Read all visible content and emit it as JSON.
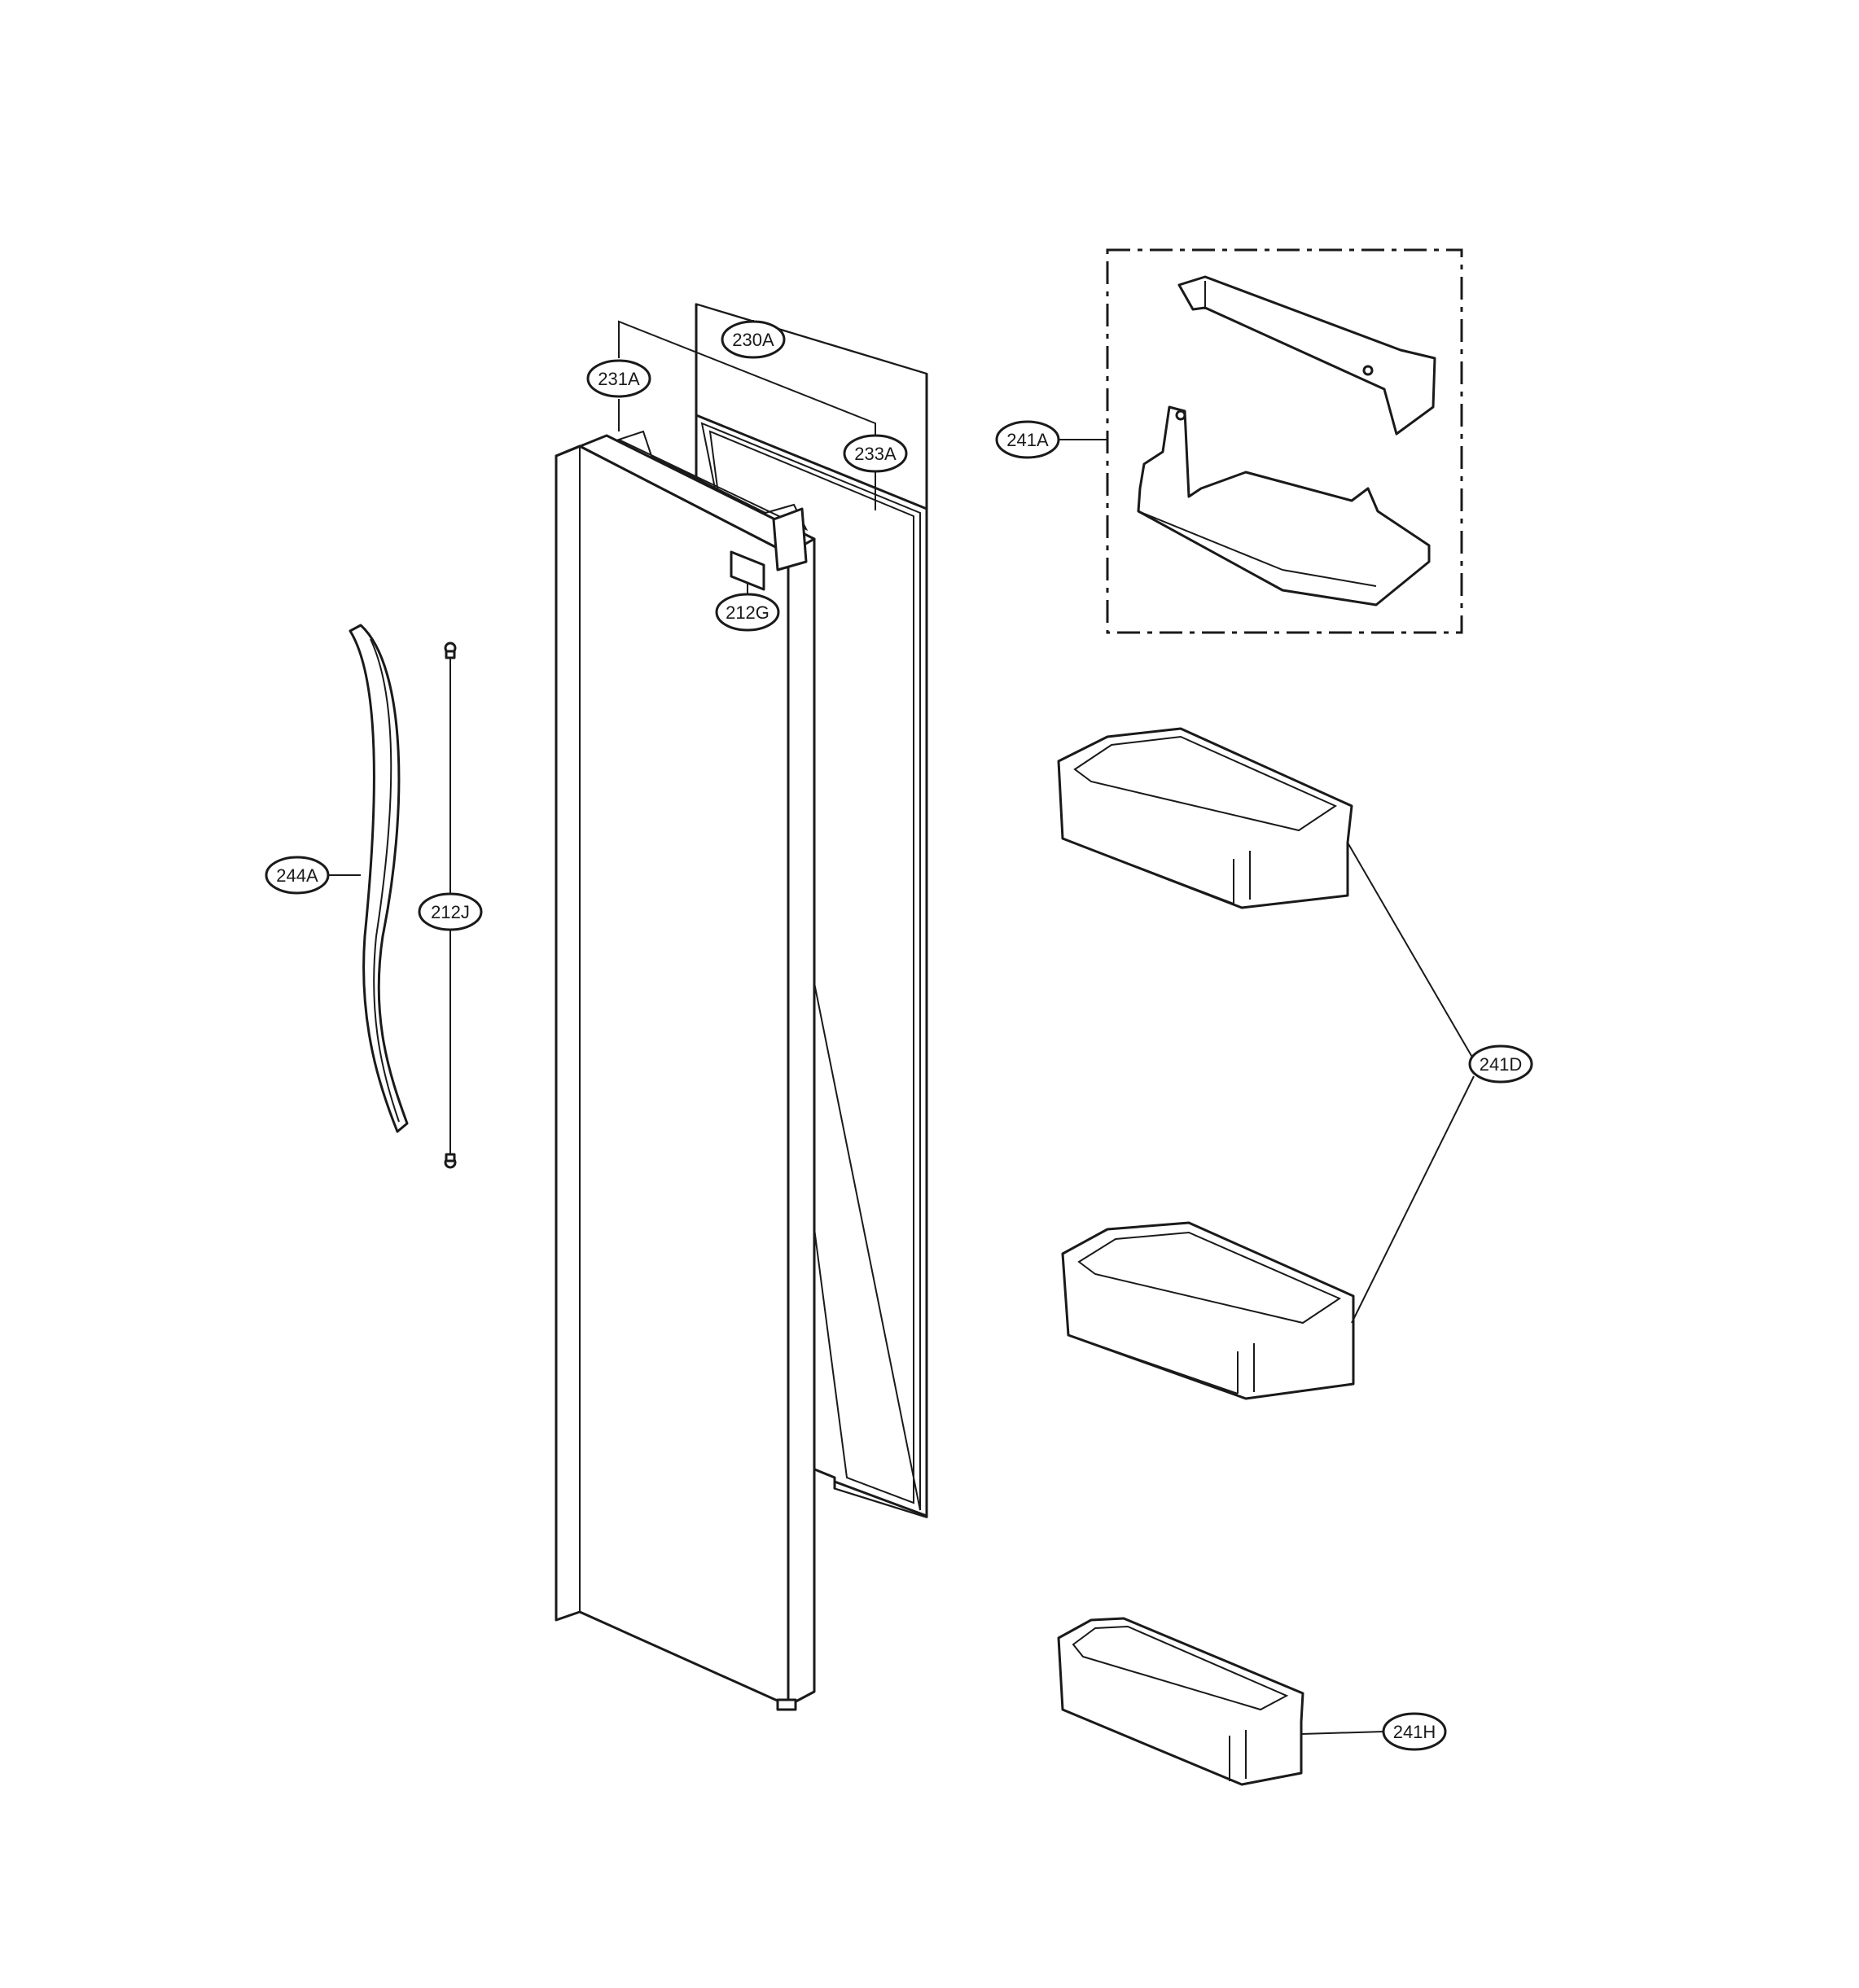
{
  "callouts": {
    "door_assembly": "230A",
    "door_foam": "231A",
    "gasket": "233A",
    "label": "212G",
    "handle": "244A",
    "handle_screws": "212J",
    "basket_assembly": "241A",
    "basket_large": "241D",
    "basket_small": "241H"
  }
}
